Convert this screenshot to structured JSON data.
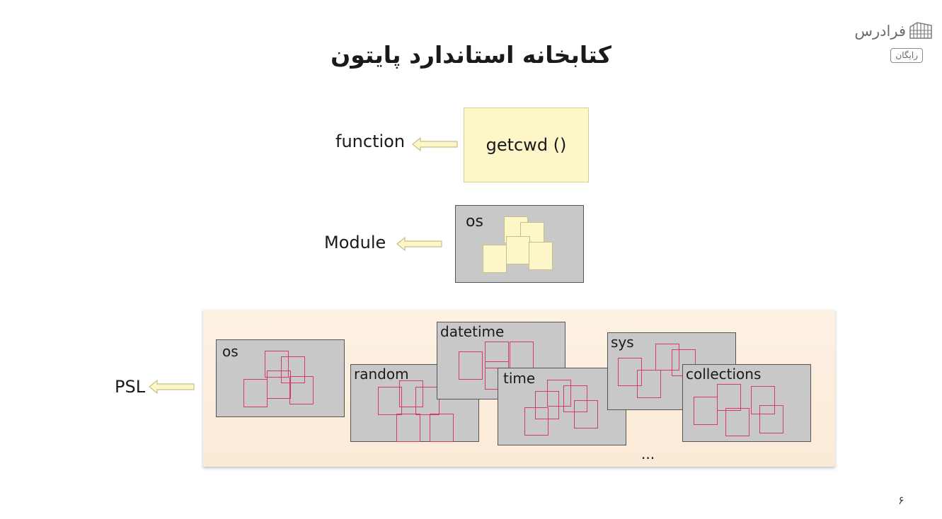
{
  "logo": {
    "text": "فرادرس",
    "badge": "رایگان"
  },
  "title": "کتابخانه استاندارد پایتون",
  "levels": {
    "function": {
      "label": "function",
      "content": "getcwd ()"
    },
    "module": {
      "label": "Module",
      "name": "os"
    },
    "psl": {
      "label": "PSL"
    }
  },
  "psl_modules": [
    "os",
    "random",
    "datetime",
    "time",
    "sys",
    "collections"
  ],
  "ellipsis": "...",
  "page_number": "۶",
  "colors": {
    "paper": "#fdf6c8",
    "module_gray": "#c8c8c8",
    "panel": "#fbead6",
    "function_square_outline": "#d23b6a",
    "arrow_fill": "#fdf6c8"
  }
}
